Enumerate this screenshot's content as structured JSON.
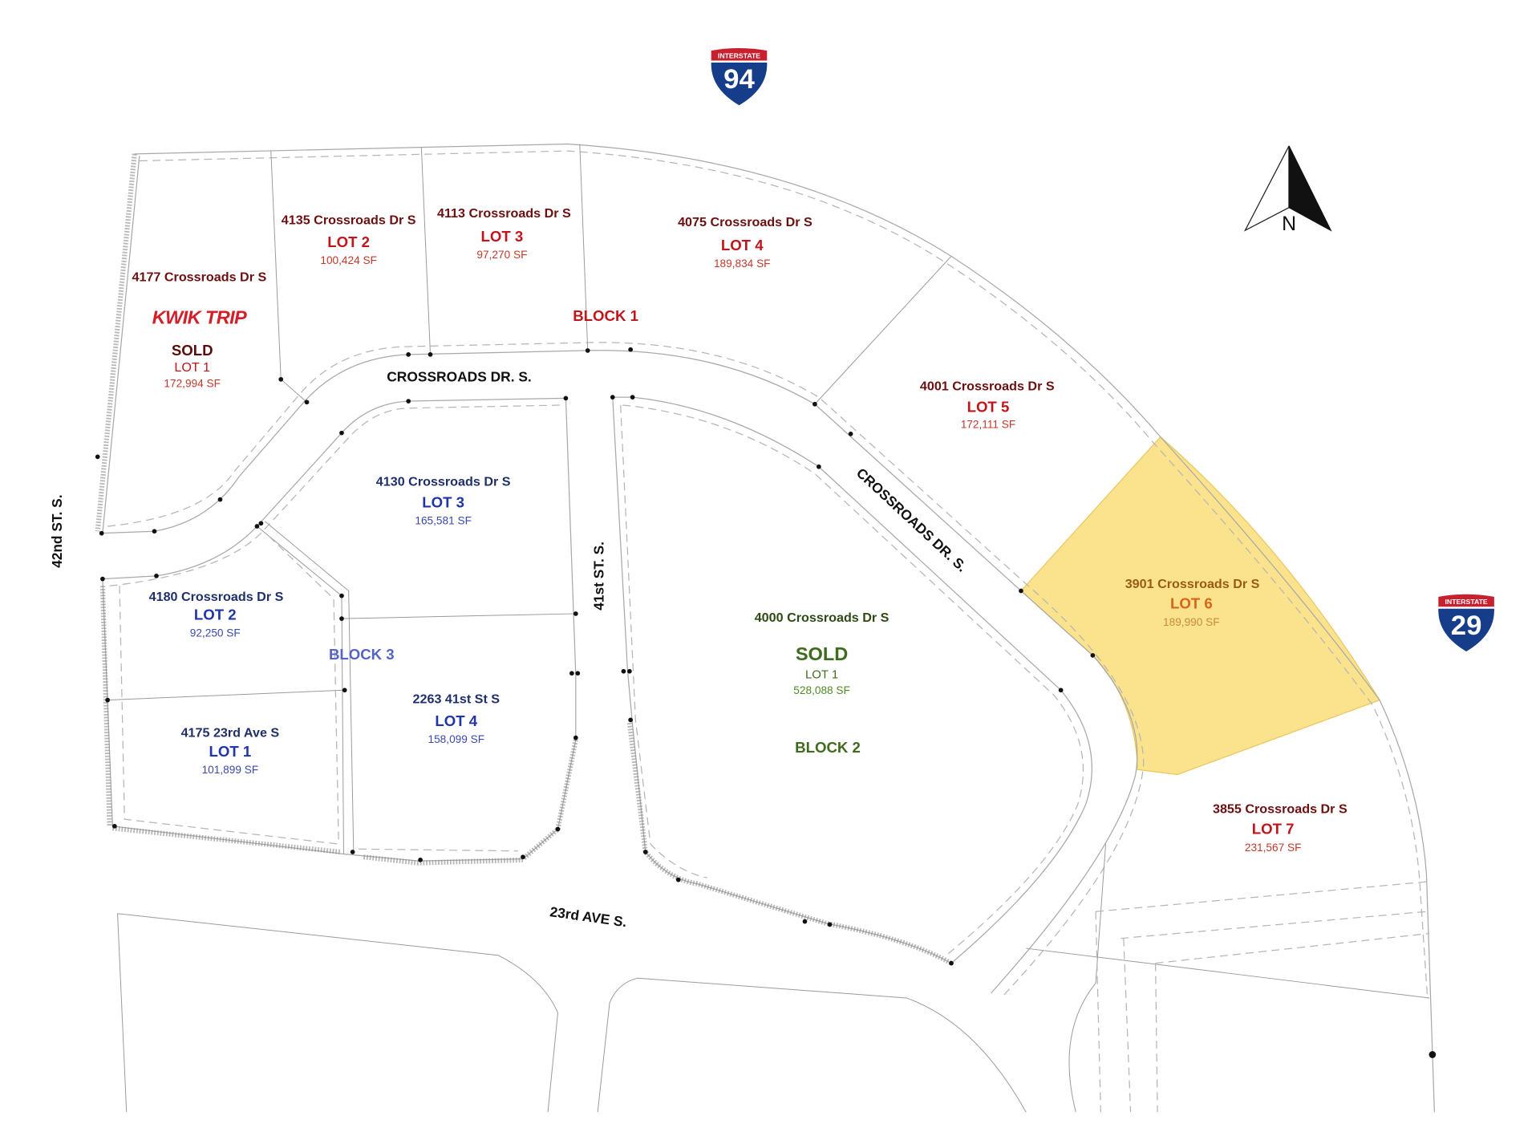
{
  "colors": {
    "block1": "#7a1010",
    "block1_lot": "#c0151b",
    "block3": "#1f2f8a",
    "block3_label": "#5563c8",
    "block2": "#3e6b1c",
    "lot6_fill": "#fbe38e",
    "lot6_text": "#b5651d"
  },
  "shields": {
    "i94": {
      "top": "INTERSTATE",
      "number": "94"
    },
    "i29": {
      "top": "INTERSTATE",
      "number": "29"
    }
  },
  "north_arrow": {
    "label": "N"
  },
  "streets": {
    "s42": "42nd ST. S.",
    "s41": "41st ST. S.",
    "crossroads_west": "CROSSROADS DR. S.",
    "crossroads_east": "CROSSROADS DR. S.",
    "ave23": "23rd AVE S."
  },
  "blocks": {
    "b1": "BLOCK 1",
    "b2": "BLOCK 2",
    "b3": "BLOCK 3"
  },
  "parcels": {
    "b1_lot1": {
      "address": "4177 Crossroads Dr S",
      "logo": "KWIK TRIP",
      "status": "SOLD",
      "lot": "LOT 1",
      "sf": "172,994 SF"
    },
    "b1_lot2": {
      "address": "4135 Crossroads Dr S",
      "lot": "LOT 2",
      "sf": "100,424 SF"
    },
    "b1_lot3": {
      "address": "4113 Crossroads Dr S",
      "lot": "LOT 3",
      "sf": "97,270 SF"
    },
    "b1_lot4": {
      "address": "4075 Crossroads Dr S",
      "lot": "LOT 4",
      "sf": "189,834 SF"
    },
    "b1_lot5": {
      "address": "4001 Crossroads Dr S",
      "lot": "LOT 5",
      "sf": "172,111 SF"
    },
    "b1_lot6": {
      "address": "3901 Crossroads Dr S",
      "lot": "LOT 6",
      "sf": "189,990 SF"
    },
    "b1_lot7": {
      "address": "3855 Crossroads Dr S",
      "lot": "LOT 7",
      "sf": "231,567 SF"
    },
    "b2_lot1": {
      "address": "4000 Crossroads Dr S",
      "status": "SOLD",
      "lot": "LOT 1",
      "sf": "528,088 SF"
    },
    "b3_lot1": {
      "address": "4175 23rd Ave S",
      "lot": "LOT 1",
      "sf": "101,899 SF"
    },
    "b3_lot2": {
      "address": "4180 Crossroads Dr S",
      "lot": "LOT 2",
      "sf": "92,250 SF"
    },
    "b3_lot3": {
      "address": "4130 Crossroads Dr S",
      "lot": "LOT 3",
      "sf": "165,581 SF"
    },
    "b3_lot4": {
      "address": "2263 41st St S",
      "lot": "LOT 4",
      "sf": "158,099 SF"
    }
  }
}
